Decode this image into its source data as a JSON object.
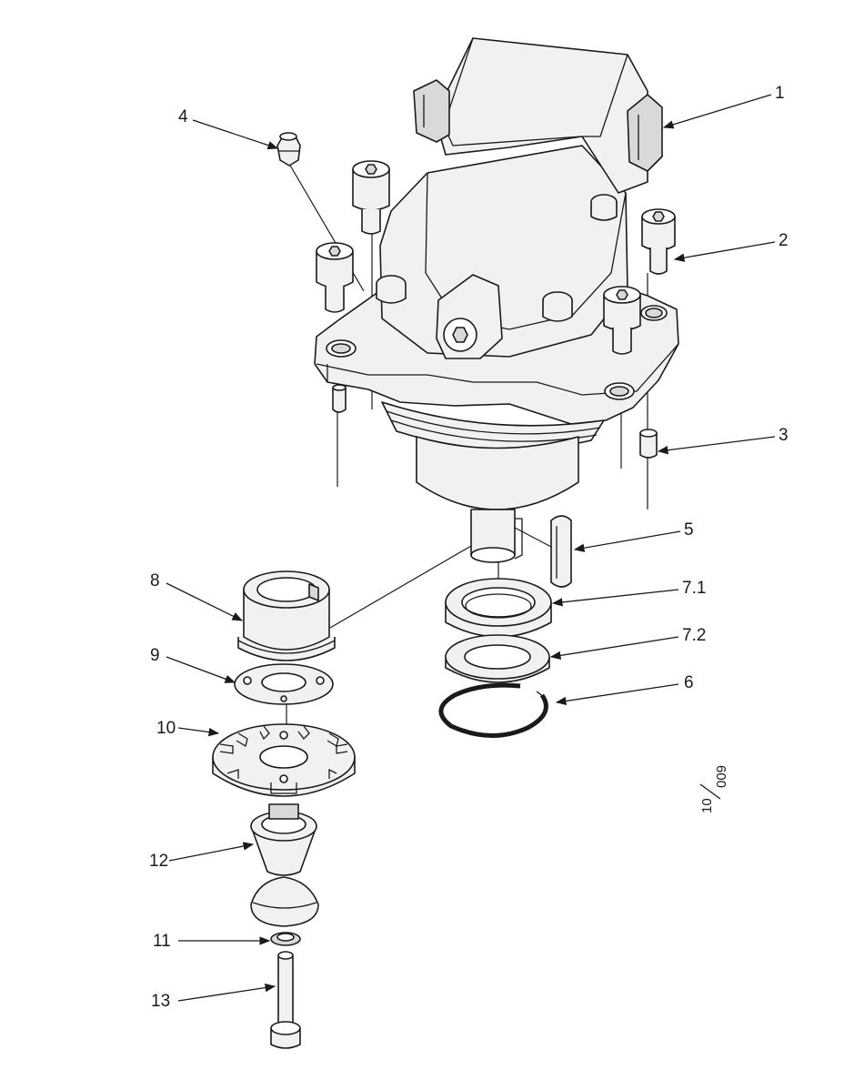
{
  "callouts": {
    "c1": "1",
    "c2": "2",
    "c3": "3",
    "c4": "4",
    "c5": "5",
    "c6": "6",
    "c7_1": "7.1",
    "c7_2": "7.2",
    "c8": "8",
    "c9": "9",
    "c10": "10",
    "c11": "11",
    "c12": "12",
    "c13": "13"
  },
  "drawing_code": {
    "numerator": "10",
    "denominator": "009"
  }
}
